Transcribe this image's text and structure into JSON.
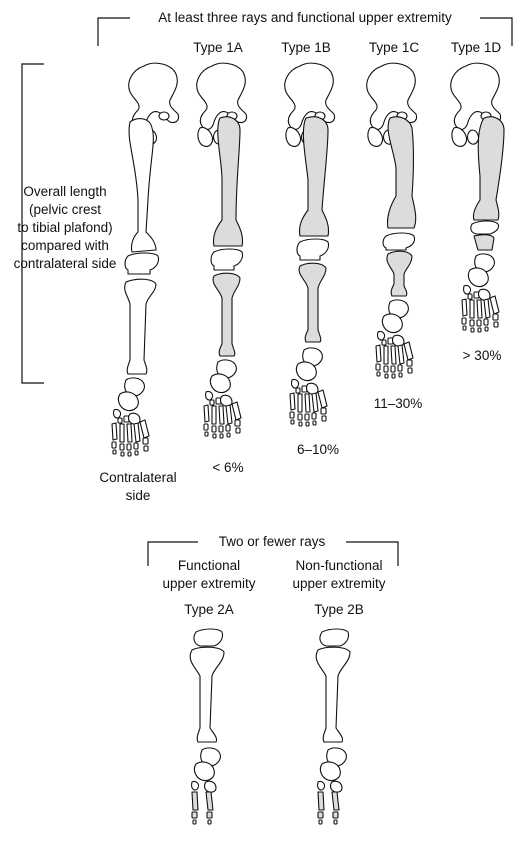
{
  "header_top": "At least three rays and functional upper extremity",
  "types_top": [
    "Type 1A",
    "Type 1B",
    "Type 1C",
    "Type 1D"
  ],
  "left_label": [
    "Overall length",
    "(pelvic crest",
    "to tibial plafond)",
    "compared with",
    "contralateral side"
  ],
  "contralateral_label": [
    "Contralateral",
    "side"
  ],
  "percent_labels": [
    "< 6%",
    "6–10%",
    "11–30%",
    "> 30%"
  ],
  "header_bottom": "Two or fewer rays",
  "bottom_columns": [
    {
      "line1": "Functional",
      "line2": "upper extremity",
      "type": "Type 2A"
    },
    {
      "line1": "Non-functional",
      "line2": "upper extremity",
      "type": "Type 2B"
    }
  ],
  "colors": {
    "bone_fill": "#ffffff",
    "affected_fill": "#dcdcdc",
    "stroke": "#111111"
  }
}
